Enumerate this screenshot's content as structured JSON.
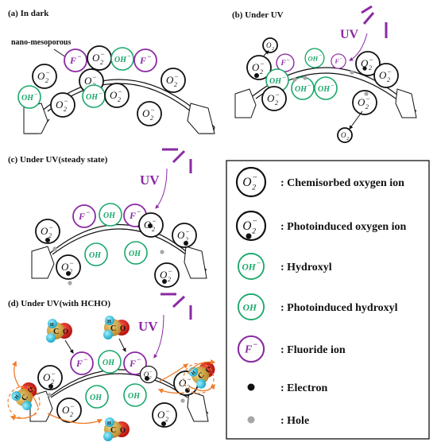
{
  "panels": {
    "a": {
      "title": "(a) In dark",
      "annotation": "nano-mesoporous"
    },
    "b": {
      "title": "(b) Under UV",
      "uv": "UV"
    },
    "c": {
      "title": "(c) Under UV(steady state)",
      "uv": "UV"
    },
    "d": {
      "title": "(d) Under UV(with HCHO)",
      "uv": "UV"
    }
  },
  "ions": {
    "oxygen_base": "O",
    "oxygen_sup": "−",
    "oxygen_sub": "2",
    "o2": "O",
    "o2_sub": "2",
    "hydroxyl": "OH⁻",
    "photo_hydroxyl": "OH",
    "fluoride": "F⁻"
  },
  "molecule": {
    "c": "C",
    "o": "O",
    "h": "H"
  },
  "legend": {
    "items": [
      {
        "label": ": Chemisorbed oxygen ion"
      },
      {
        "label": ": Photoinduced oxygen ion"
      },
      {
        "label": ": Hydroxyl"
      },
      {
        "label": ": Photoinduced hydroxyl"
      },
      {
        "label": ": Fluoride ion"
      },
      {
        "label": ": Electron"
      },
      {
        "label": ": Hole"
      }
    ]
  },
  "colors": {
    "green": "#1aa86a",
    "purple": "#8a2aa3",
    "orange": "#ef7d2a",
    "black": "#111111",
    "gray": "#a6a6a6"
  }
}
